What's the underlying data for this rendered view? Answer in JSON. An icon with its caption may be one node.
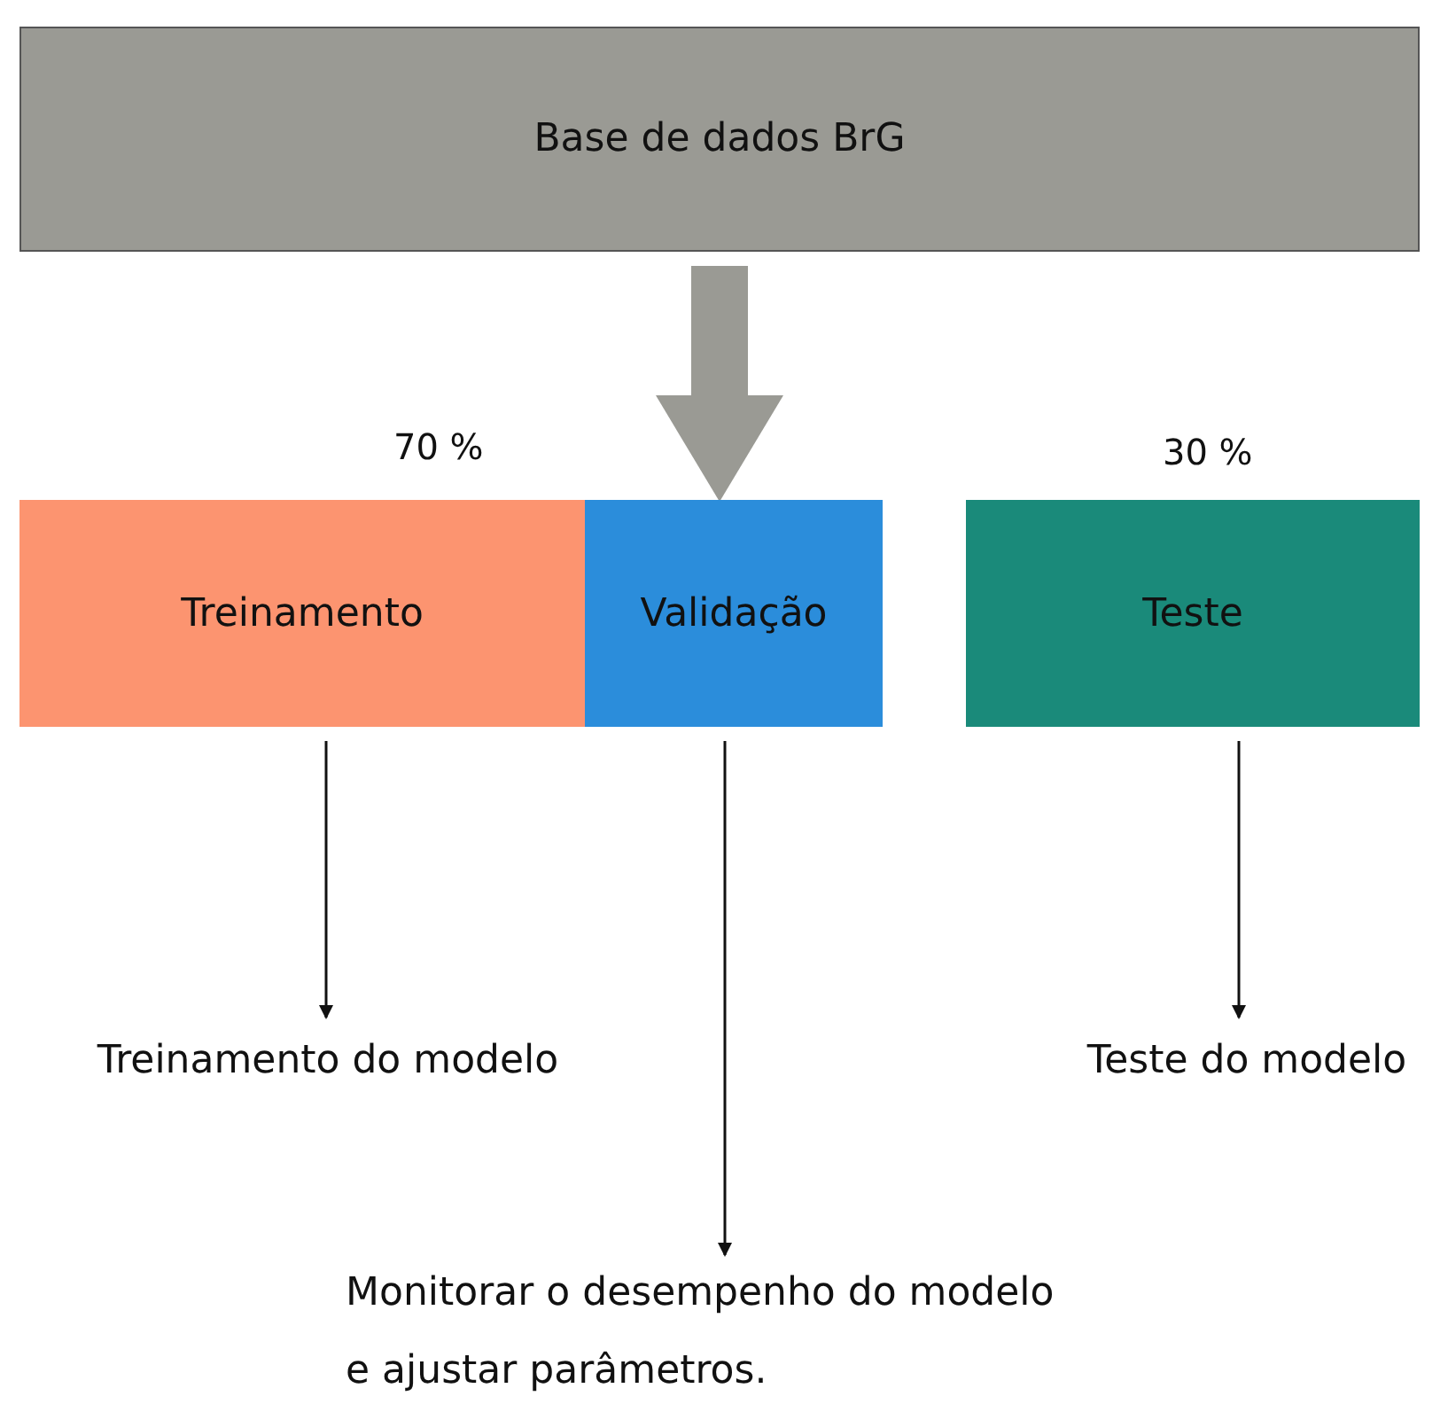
{
  "diagram": {
    "nodes": [
      {
        "text": [
          "Base de dados BrG"
        ]
      },
      {
        "text": [
          "Treinamento"
        ]
      },
      {
        "text": [
          "Validação"
        ]
      },
      {
        "text": [
          "Teste"
        ]
      },
      {
        "text": [
          "Treinamento do modelo"
        ]
      },
      {
        "text": [
          "Monitorar o desempenho do modelo e ajustar parâmetros."
        ]
      },
      {
        "text": [
          "Teste do modelo"
        ]
      }
    ],
    "edges": [
      {
        "from": 0,
        "to": 2,
        "arrow": "to",
        "style": "thick",
        "color": "#9a9a94"
      },
      {
        "from": 1,
        "to": 4,
        "arrow": "to"
      },
      {
        "from": 2,
        "to": 5,
        "arrow": "to"
      },
      {
        "from": 3,
        "to": 6,
        "arrow": "to"
      }
    ],
    "labels": [
      "70 %",
      "30 %"
    ]
  }
}
